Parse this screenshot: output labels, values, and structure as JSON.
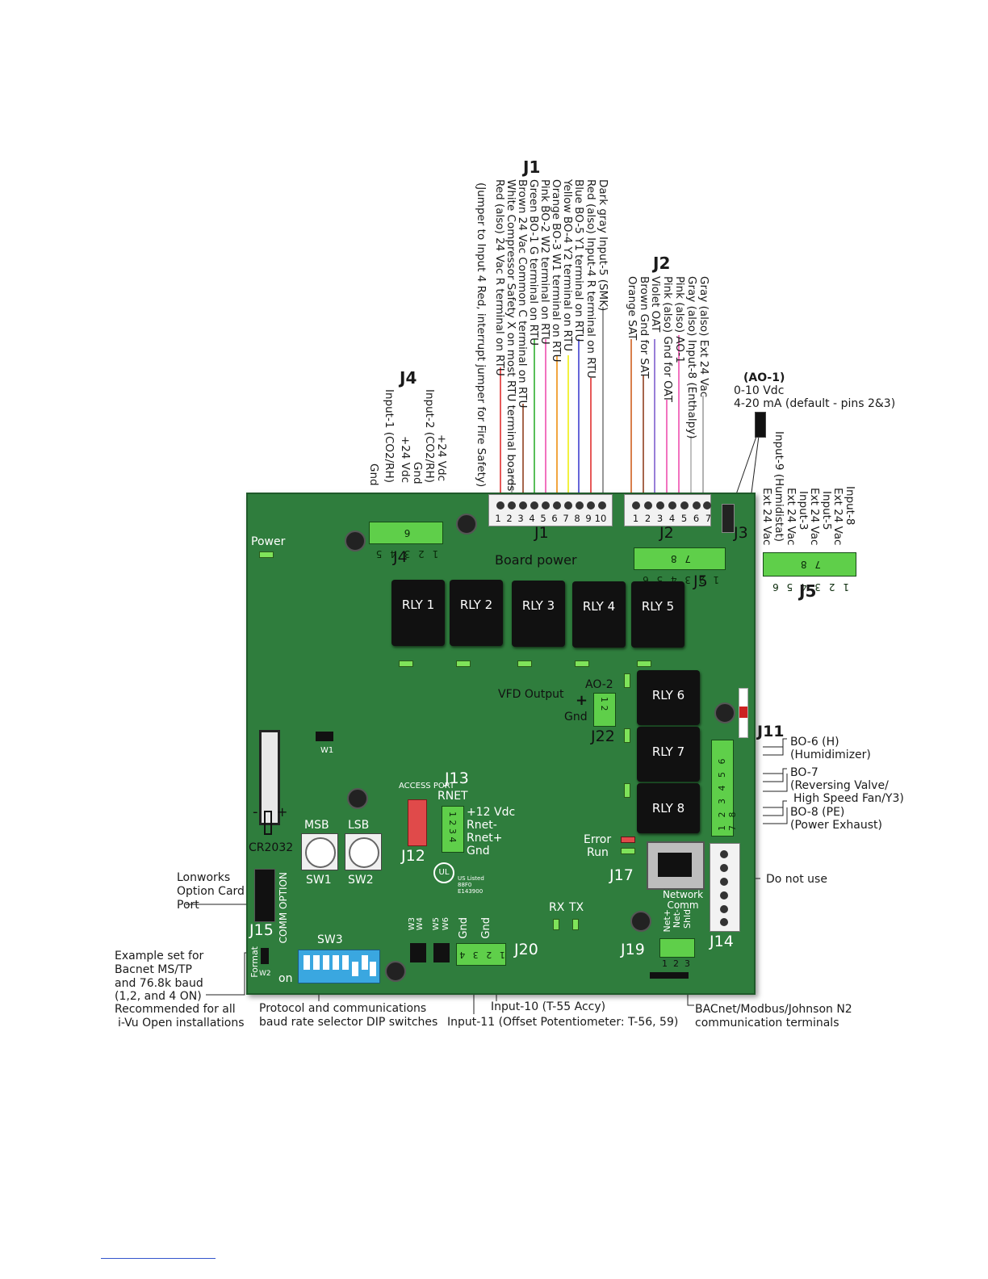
{
  "j1": {
    "title": "J1",
    "wires": [
      "Dark gray Input-5 (SMK)",
      "Red (also) Input-4 R terminal on RTU",
      "Blue BO-5 Y1 terminal on RTU",
      "Yellow BO-4 Y2 terminal on RTU",
      "Orange BO-3 W1 terminal on RTU",
      "Pink BO-2 W2 terminal on RTU",
      "Green BO-1 G terminal on RTU",
      "Brown 24 Vac Common C terminal on RTU",
      "White Compressor Safety X on most RTU terminal boards",
      "Red (also) 24 Vac R terminal on RTU",
      "(Jumper to Input 4 Red, interrupt jumper for Fire Safety)"
    ],
    "pins": [
      "1",
      "2",
      "3",
      "4",
      "5",
      "6",
      "7",
      "8",
      "9",
      "10"
    ],
    "board_label": "J1",
    "board_power": "Board power"
  },
  "j2": {
    "title": "J2",
    "wires": [
      "Gray (also) Ext 24 Vac",
      "Gray (also) Input-8 (Enthalpy)",
      "Pink (also) AO-1",
      "Pink (also) Gnd for OAT",
      "Violet OAT",
      "Brown Gnd for SAT",
      "Orange SAT"
    ],
    "pins": [
      "1",
      "2",
      "3",
      "4",
      "5",
      "6",
      "7"
    ],
    "board_label": "J2"
  },
  "j4": {
    "title": "J4",
    "wires": [
      "+24 Vdc",
      "Input-2 (CO2/RH)",
      "Gnd",
      "+24 Vdc",
      "Input-1 (CO2/RH)",
      "Gnd"
    ],
    "pins": "1 2 3 4 5 6",
    "board_label": "J4"
  },
  "ao1": {
    "title": "(AO-1)",
    "line1": "0-10 Vdc",
    "line2": "4-20 mA (default - pins 2&3)"
  },
  "j3": {
    "board_label": "J3"
  },
  "j5": {
    "wires": [
      "Input-8",
      "Ext 24 Vac",
      "Input-5",
      "Ext 24 Vac",
      "Input-3",
      "Ext 24 Vac",
      "Input-9 (Humidistat)",
      "Ext 24 Vac"
    ],
    "pins": "1 2 3 4 5 6 7 8",
    "board_label": "J5",
    "outer_label": "J5"
  },
  "board": {
    "power": "Power",
    "relays": [
      "RLY 1",
      "RLY 2",
      "RLY 3",
      "RLY 4",
      "RLY 5",
      "RLY 6",
      "RLY 7",
      "RLY 8"
    ],
    "vfd_output": "VFD Output",
    "ao2": "AO-2",
    "plus": "+",
    "gnd": "Gnd",
    "j22": "J22",
    "j22_pins": "1 2",
    "w1": "W1",
    "access_port": "ACCESS PORT",
    "j13": "J13",
    "rnet": "RNET",
    "j13_pins": "1 2 3 4",
    "j13_lines": [
      "+12 Vdc",
      "Rnet-",
      "Rnet+",
      "Gnd"
    ],
    "j12": "J12",
    "msb": "MSB",
    "lsb": "LSB",
    "sw1": "SW1",
    "sw2": "SW2",
    "cr2032": "CR2032",
    "minus": "-",
    "batt_plus": "+",
    "comm_option": "COMM OPTION",
    "j15": "J15",
    "format": "Format",
    "w2": "W2",
    "sw3": "SW3",
    "on": "on",
    "w3": "W3",
    "w4": "W4",
    "w5": "W5",
    "w6": "W6",
    "gnd_a": "Gnd",
    "gnd_b": "Gnd",
    "j20": "J20",
    "j20_pins": "1 2 3 4",
    "rx": "RX",
    "tx": "TX",
    "ul": "UL",
    "ul_text": "US Listed 88F0 E143900",
    "error": "Error",
    "run": "Run",
    "j17": "J17",
    "network_comm": "Network Comm",
    "net_plus": "Net+",
    "net_minus": "Net-",
    "shld": "Shld",
    "j19": "J19",
    "j19_pins": [
      "1",
      "2",
      "3"
    ],
    "j14": "J14",
    "j11": "J11",
    "j11_pins": "1 2 3 4 5 6 7 8"
  },
  "j11_labels": [
    "BO-6 (H)",
    "(Humidimizer)",
    "BO-7",
    "(Reversing Valve/",
    "High Speed Fan/Y3)",
    "BO-8 (PE)",
    "(Power Exhaust)"
  ],
  "do_not_use": "Do not use",
  "lonworks": [
    "Lonworks",
    "Option Card",
    "Port"
  ],
  "example": [
    "Example set for",
    "Bacnet MS/TP",
    "and 76.8k baud",
    "(1,2, and 4 ON)",
    "Recommended for all",
    "i-Vu Open installations"
  ],
  "protocol": [
    "Protocol and communications",
    "baud rate selector DIP switches"
  ],
  "input10": "Input-10 (T-55 Accy)",
  "input11": "Input-11 (Offset Potentiometer: T-56, 59)",
  "bacnet": [
    "BACnet/Modbus/Johnson N2",
    "communication terminals"
  ],
  "colors": {
    "board": "#2f7d3d",
    "terminal": "#5fcf4a",
    "relay": "#111111",
    "sw3": "#3aa7e0",
    "access_port": "#e04a4a"
  }
}
